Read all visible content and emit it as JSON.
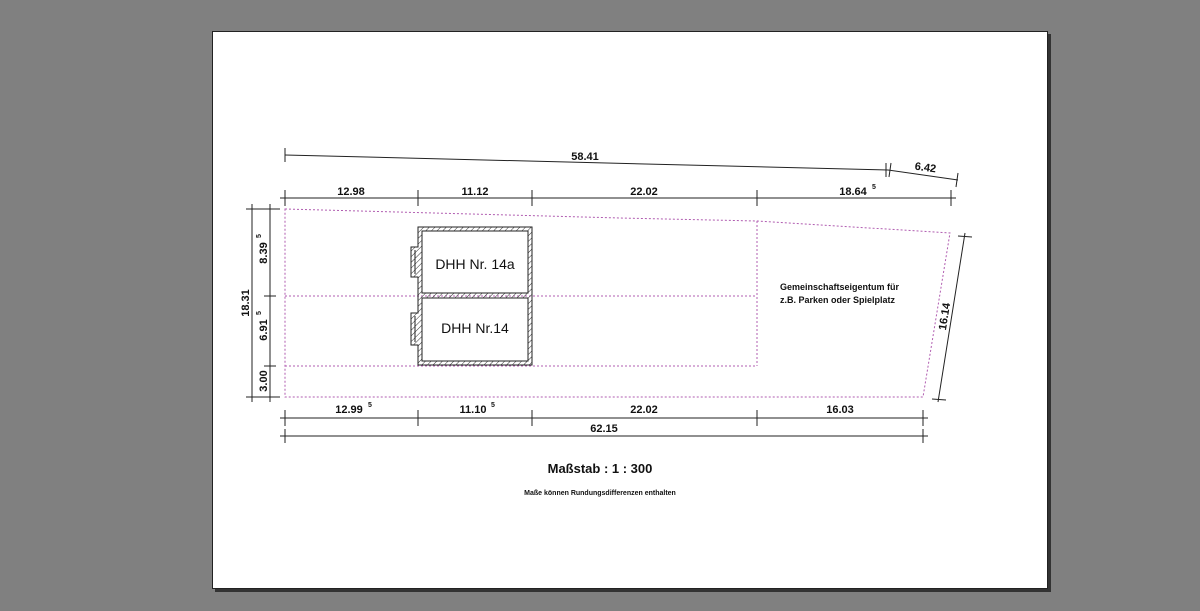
{
  "drawing": {
    "top_dims": {
      "overall": "58.41",
      "overall_right": "6.42",
      "segments": [
        "12.98",
        "11.12",
        "22.02",
        "18.64"
      ],
      "segment4_sup": "5"
    },
    "bottom_dims": {
      "segments": [
        "12.99",
        "11.10",
        "22.02",
        "16.03"
      ],
      "sup1": "5",
      "sup2": "5",
      "overall": "62.15"
    },
    "left_dims": {
      "overall": "18.31",
      "seg1": "8.39",
      "seg1_sup": "5",
      "seg2": "6.91",
      "seg2_sup": "5",
      "seg3": "3.00"
    },
    "right_dim": "16.14",
    "houses": [
      "DHH Nr. 14a",
      "DHH Nr.14"
    ],
    "common_area": [
      "Gemeinschaftseigentum für",
      "z.B. Parken oder Spielplatz"
    ],
    "scale": "Maßstab : 1 : 300",
    "note": "Maße können Rundungsdifferenzen enthalten",
    "colors": {
      "plot_line": "#b05cb0",
      "background": "#808080"
    }
  }
}
